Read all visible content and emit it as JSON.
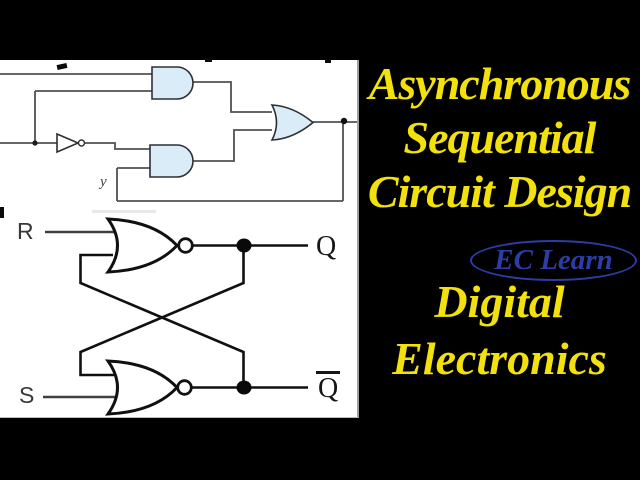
{
  "thumbnail": {
    "description": "Digital electronics video thumbnail with logic circuit diagrams"
  },
  "title": {
    "line1": "Asynchronous",
    "line2": "Sequential",
    "line3": "Circuit Design"
  },
  "badge": {
    "label": "EC Learn"
  },
  "subtitle": {
    "line1": "Digital",
    "line2": "Electronics"
  },
  "diagram": {
    "combinational_circuit": {
      "feedback_label": "y",
      "gates": [
        "and-gate",
        "and-gate",
        "not-gate",
        "or-gate"
      ]
    },
    "sr_latch": {
      "input_r": "R",
      "input_s": "S",
      "output_q": "Q",
      "output_qbar": "Q",
      "gates": [
        "nor-gate",
        "nor-gate"
      ]
    }
  },
  "colors": {
    "background": "#000000",
    "panel": "#ffffff",
    "title_yellow": "#f2e10c",
    "badge_blue": "#2e3da6",
    "gate_fill": "#d9ecf8",
    "wire_gray": "#4e5256",
    "latch_black": "#101010"
  }
}
